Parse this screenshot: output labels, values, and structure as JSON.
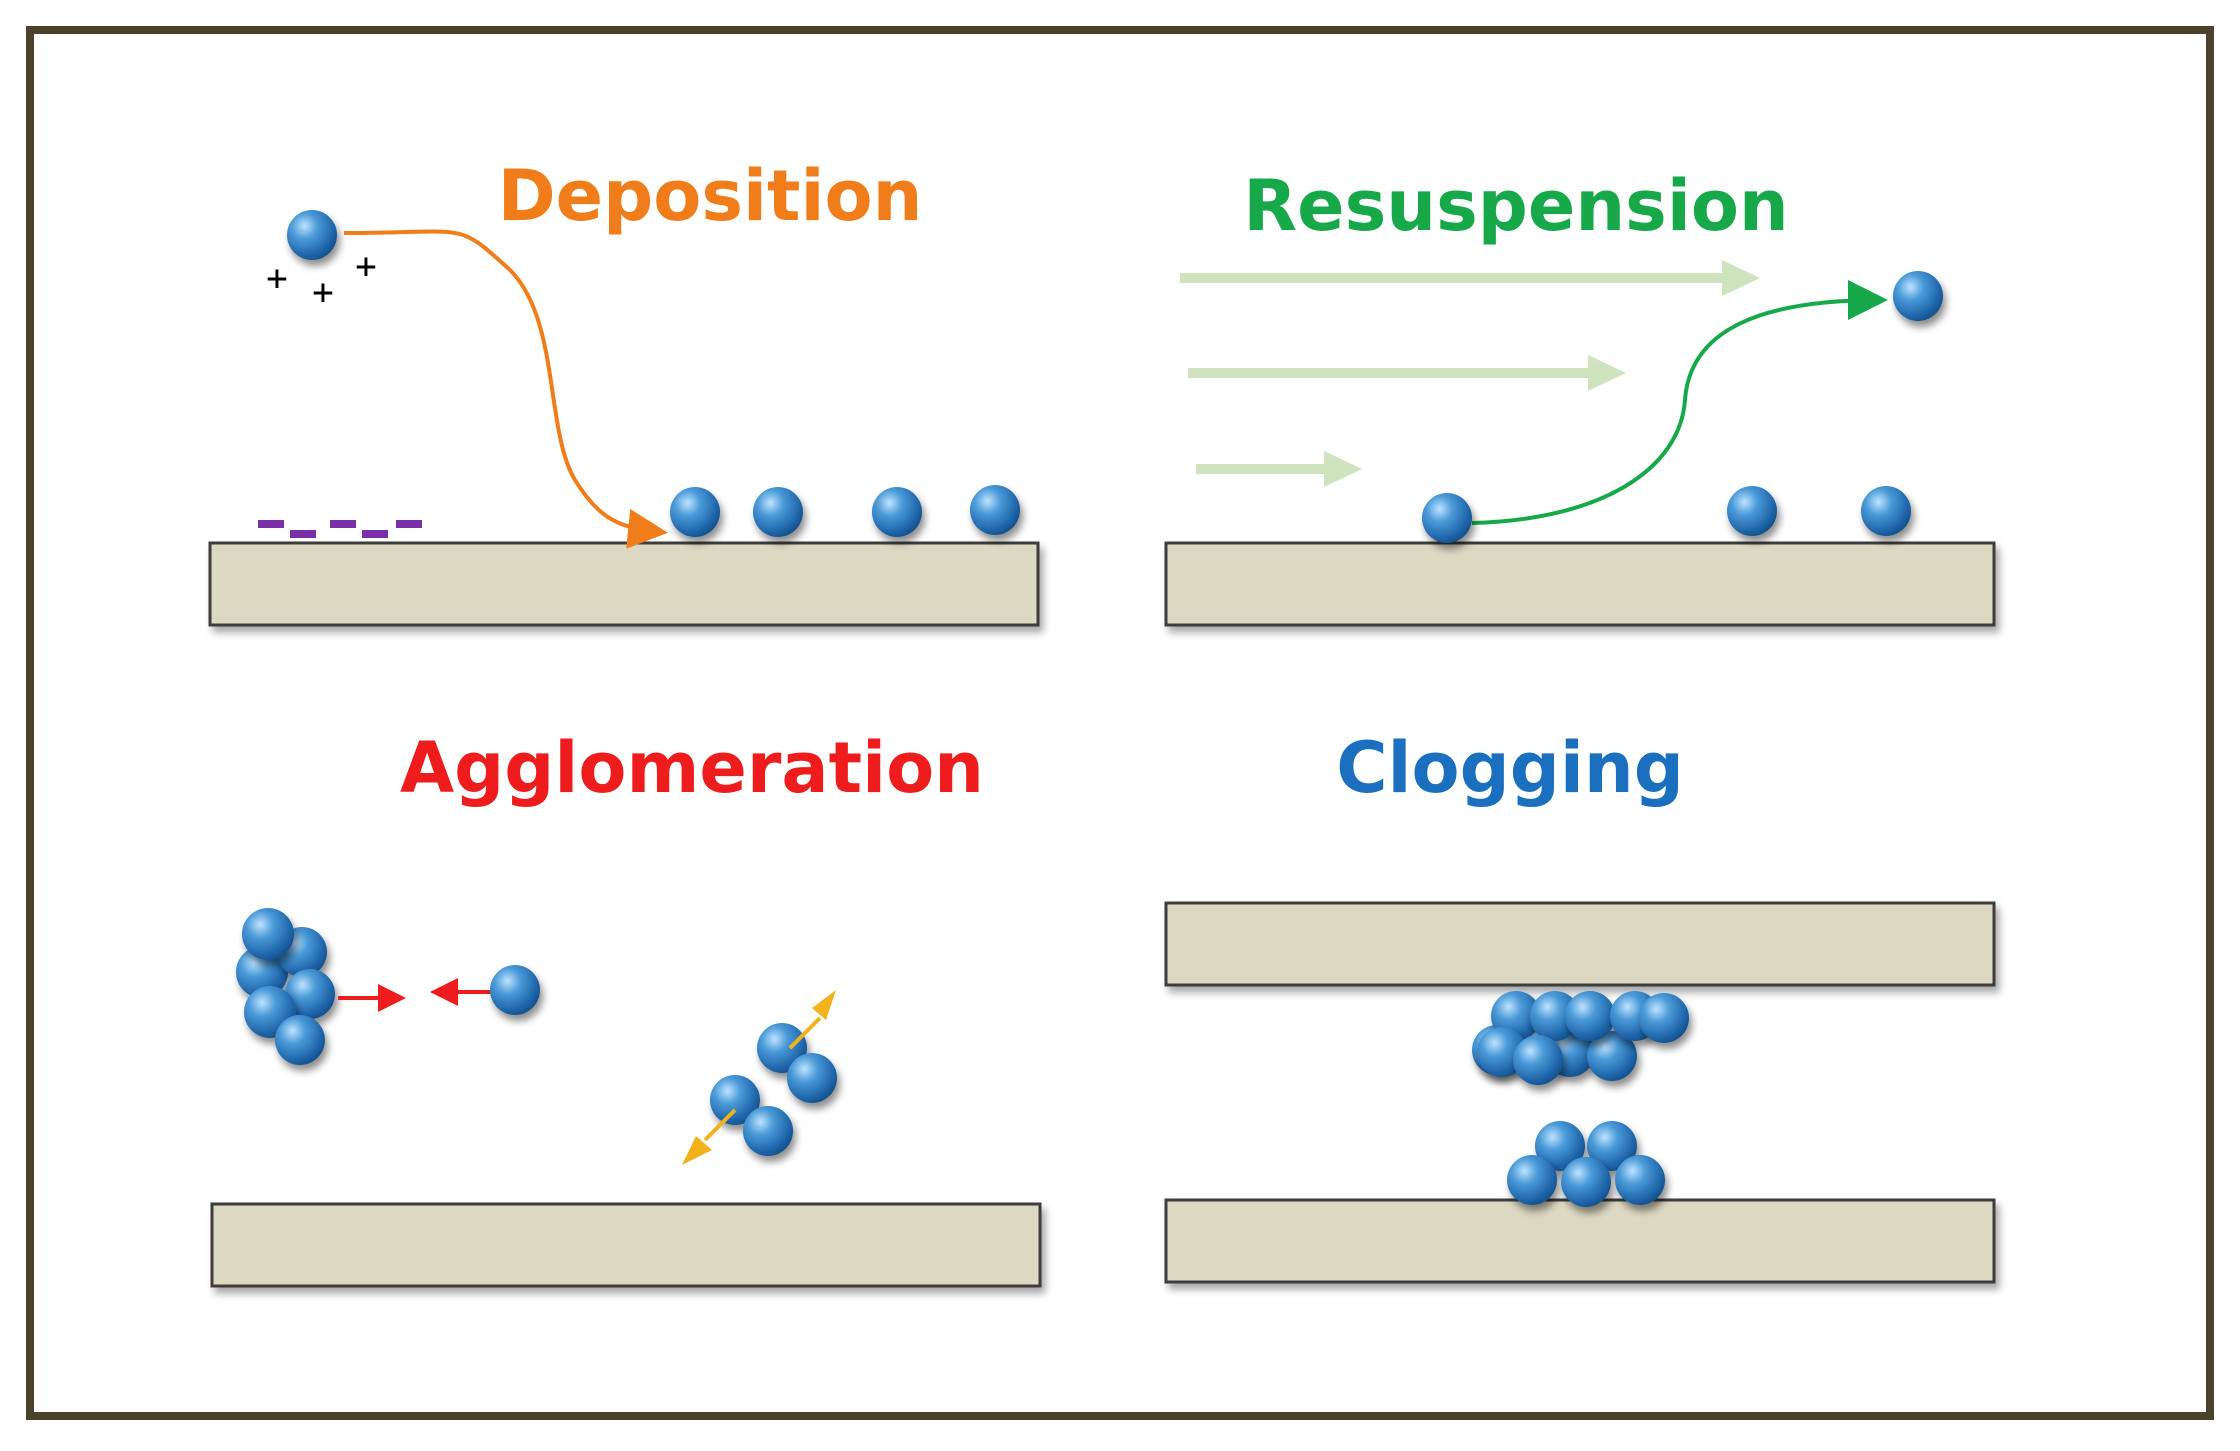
{
  "panels": {
    "deposition": {
      "title": "Deposition",
      "color": "#f07d1a"
    },
    "resuspension": {
      "title": "Resuspension",
      "color": "#17a84a"
    },
    "agglomeration": {
      "title": "Agglomeration",
      "color": "#ee1c1c"
    },
    "clogging": {
      "title": "Clogging",
      "color": "#1a6fbf"
    }
  },
  "charges": {
    "positive": "+",
    "negative": "-"
  },
  "colors": {
    "frame": "#4a412a",
    "surface_fill": "#ddd8c2",
    "surface_stroke": "#3c3c3c",
    "particle": "#2f7fc4",
    "flow_arrow": "#cfe3bf",
    "negative_charge": "#7b2fa6",
    "vibration_arrow": "#f2b21b"
  }
}
